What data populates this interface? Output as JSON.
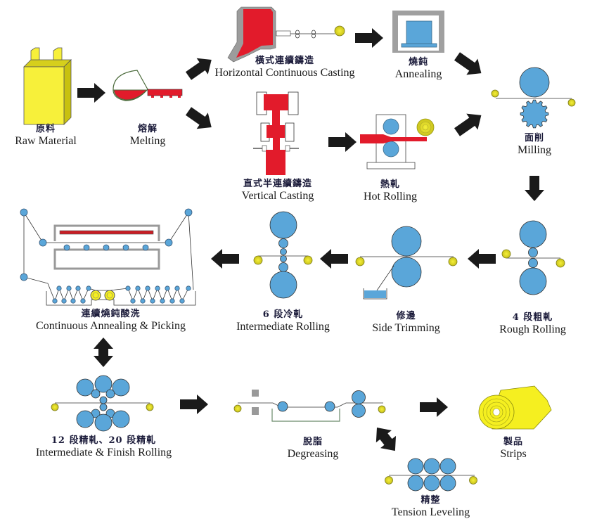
{
  "title": "Copper strip production process flow",
  "colors": {
    "roll_blue": "#5aa6d9",
    "coil_yellow": "#f2ee3a",
    "molten_red": "#e21b2b",
    "raw_yellow": "#f7f03a",
    "frame_gray": "#8f8f8f",
    "arrow_black": "#1a1a1a"
  },
  "steps": [
    {
      "id": "raw-material",
      "zh": "原料",
      "en": "Raw Material"
    },
    {
      "id": "melting",
      "zh": "熔解",
      "en": "Melting"
    },
    {
      "id": "horizontal-casting",
      "zh": "橫式連續鑄造",
      "en": "Horizontal Continuous Casting"
    },
    {
      "id": "vertical-casting",
      "zh": "直式半連續鑄造",
      "en": "Vertical Casting"
    },
    {
      "id": "annealing",
      "zh": "燒鈍",
      "en": "Annealing"
    },
    {
      "id": "hot-rolling",
      "zh": "熱軋",
      "en": "Hot Rolling"
    },
    {
      "id": "milling",
      "zh": "面削",
      "en": "Milling"
    },
    {
      "id": "rough-rolling",
      "zh": "4 段粗軋",
      "en": "Rough Rolling"
    },
    {
      "id": "side-trimming",
      "zh": "修邊",
      "en": "Side Trimming"
    },
    {
      "id": "intermediate-rolling",
      "zh": "6 段冷軋",
      "en": "Intermediate Rolling"
    },
    {
      "id": "continuous-annealing",
      "zh": "連續燒鈍酸洗",
      "en": "Continuous Annealing & Picking"
    },
    {
      "id": "finish-rolling",
      "zh": "12 段精軋、20 段精軋",
      "en": "Intermediate & Finish Rolling"
    },
    {
      "id": "degreasing",
      "zh": "脫脂",
      "en": "Degreasing"
    },
    {
      "id": "tension-leveling",
      "zh": "精整",
      "en": "Tension Leveling"
    },
    {
      "id": "strips",
      "zh": "製品",
      "en": "Strips"
    }
  ],
  "flows": [
    {
      "from": "raw-material",
      "to": "melting",
      "direction": "right"
    },
    {
      "from": "melting",
      "to": "horizontal-casting",
      "direction": "up-right"
    },
    {
      "from": "melting",
      "to": "vertical-casting",
      "direction": "down-right"
    },
    {
      "from": "horizontal-casting",
      "to": "annealing",
      "direction": "right"
    },
    {
      "from": "vertical-casting",
      "to": "hot-rolling",
      "direction": "right"
    },
    {
      "from": "annealing",
      "to": "milling",
      "direction": "down-right"
    },
    {
      "from": "hot-rolling",
      "to": "milling",
      "direction": "up-right"
    },
    {
      "from": "milling",
      "to": "rough-rolling",
      "direction": "down"
    },
    {
      "from": "rough-rolling",
      "to": "side-trimming",
      "direction": "left"
    },
    {
      "from": "side-trimming",
      "to": "intermediate-rolling",
      "direction": "left"
    },
    {
      "from": "intermediate-rolling",
      "to": "continuous-annealing",
      "direction": "left"
    },
    {
      "from": "continuous-annealing",
      "to": "finish-rolling",
      "direction": "both-vertical"
    },
    {
      "from": "finish-rolling",
      "to": "degreasing",
      "direction": "right"
    },
    {
      "from": "degreasing",
      "to": "tension-leveling",
      "direction": "both-diagonal"
    },
    {
      "from": "degreasing",
      "to": "strips",
      "direction": "right"
    }
  ]
}
